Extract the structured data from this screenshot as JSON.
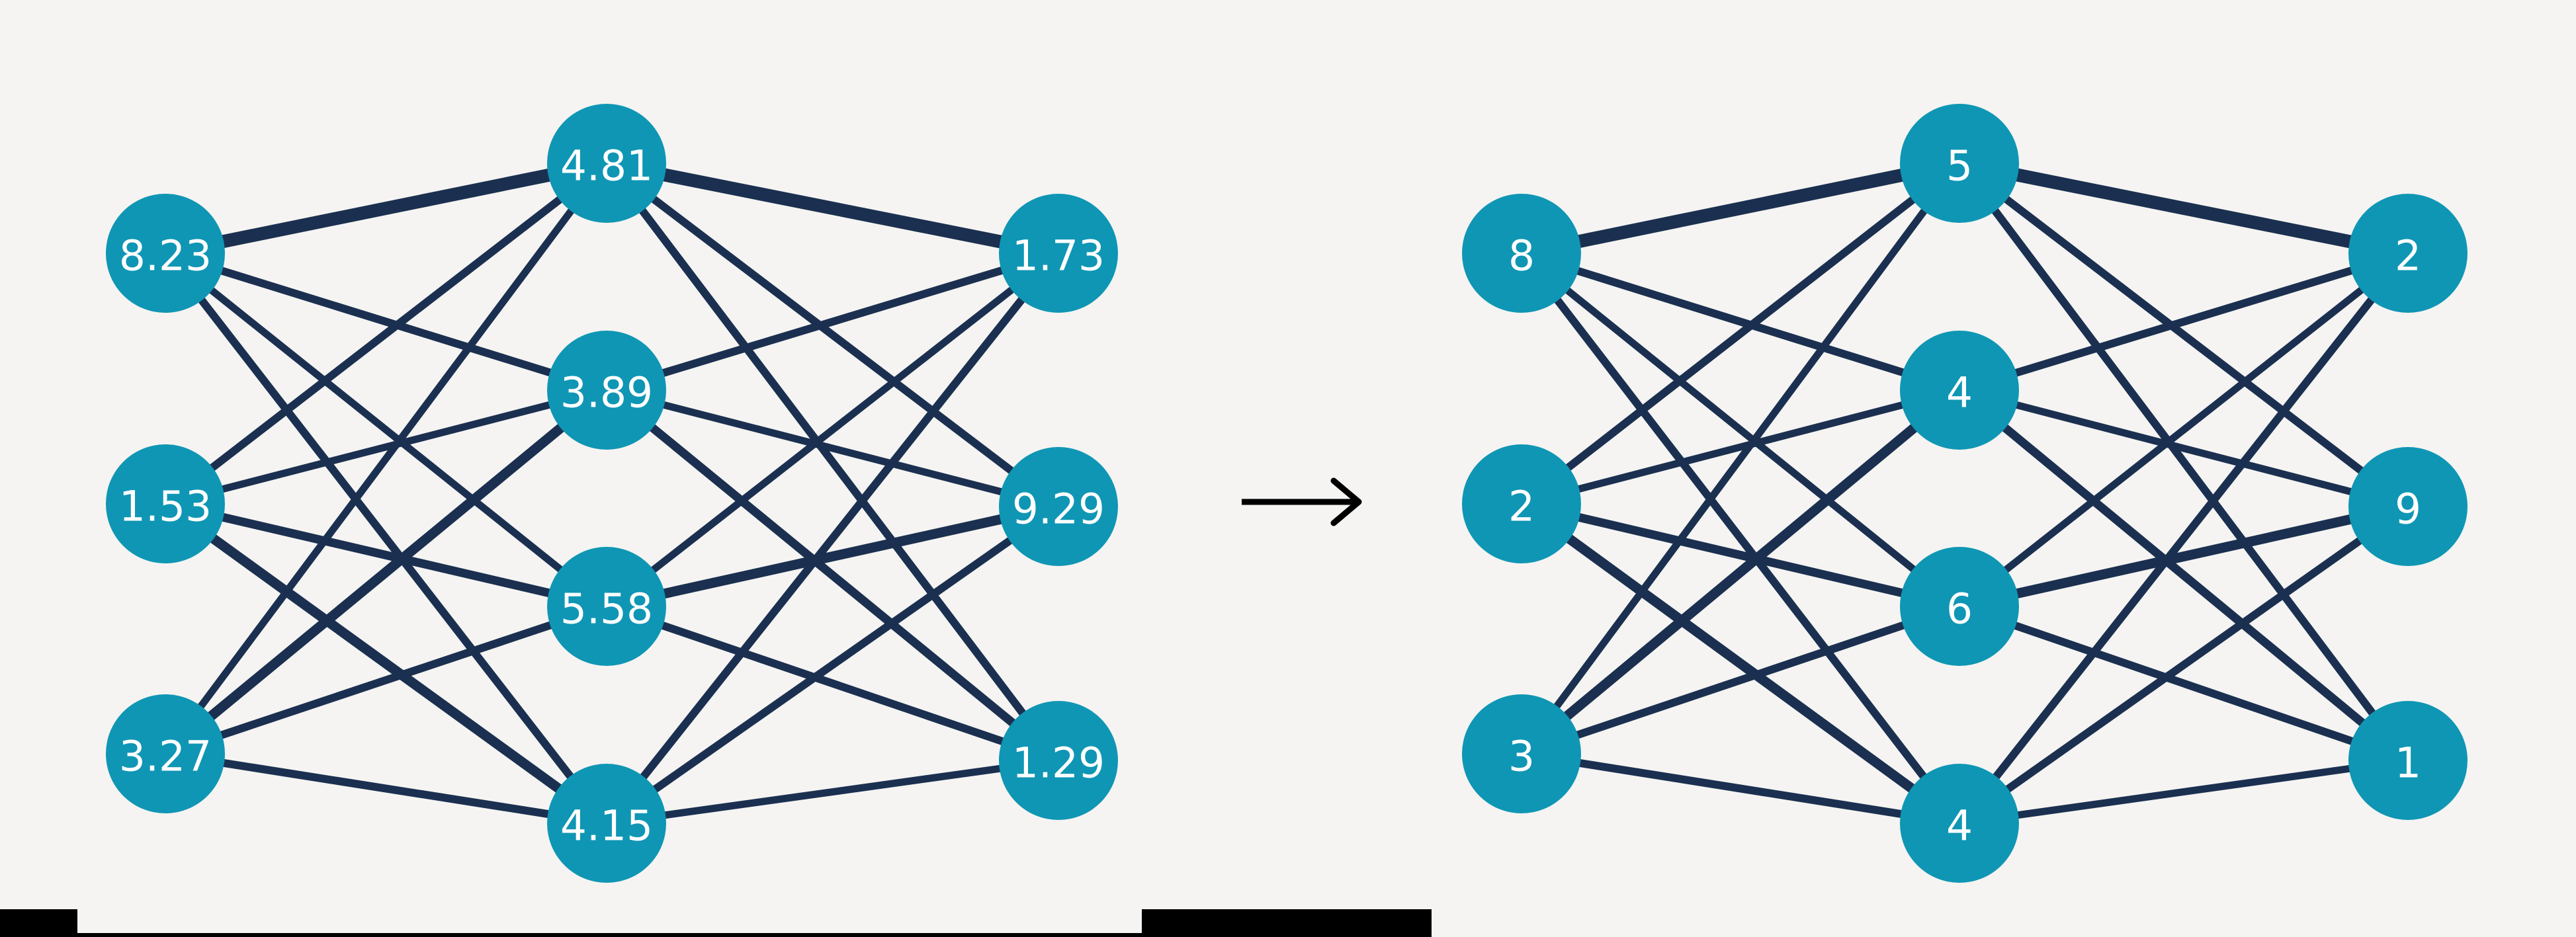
{
  "background_color": "#f5f4f2",
  "colors": {
    "node_fill": "#0f96b4",
    "node_text": "#ffffff",
    "edge_stroke": "#1b3050",
    "arrow_color": "#000000",
    "bar_color": "#000000"
  },
  "arrow": {
    "name": "right-arrow",
    "direction": "right"
  },
  "networks": [
    {
      "id": "float-network",
      "layers": [
        {
          "name": "input",
          "values": [
            "8.23",
            "1.53",
            "3.27"
          ]
        },
        {
          "name": "hidden",
          "values": [
            "4.81",
            "3.89",
            "5.58",
            "4.15"
          ]
        },
        {
          "name": "output",
          "values": [
            "1.73",
            "9.29",
            "1.29"
          ]
        }
      ]
    },
    {
      "id": "quantized-network",
      "layers": [
        {
          "name": "input",
          "values": [
            "8",
            "2",
            "3"
          ]
        },
        {
          "name": "hidden",
          "values": [
            "5",
            "4",
            "6",
            "4"
          ]
        },
        {
          "name": "output",
          "values": [
            "2",
            "9",
            "1"
          ]
        }
      ]
    }
  ],
  "edge_widths": {
    "input_to_hidden": [
      [
        20,
        12,
        11,
        12
      ],
      [
        12,
        11,
        13,
        15
      ],
      [
        11,
        15,
        12,
        12
      ]
    ],
    "hidden_to_output": [
      [
        20,
        12,
        12
      ],
      [
        12,
        11,
        13
      ],
      [
        11,
        15,
        12
      ],
      [
        12,
        12,
        11
      ]
    ]
  },
  "bottom_bars": {
    "left_cap": true,
    "strip": true,
    "right_block": true
  }
}
